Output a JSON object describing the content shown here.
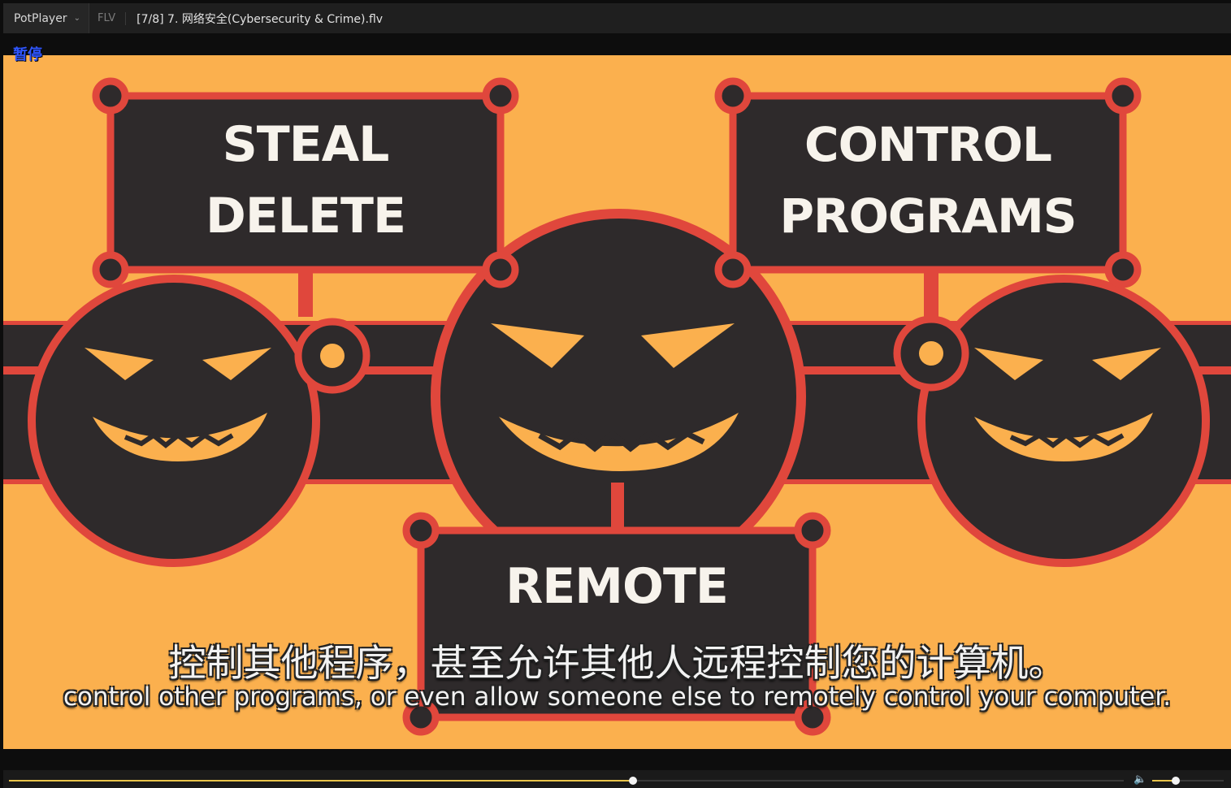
{
  "titlebar": {
    "app_name": "PotPlayer",
    "format": "FLV",
    "file_title": "[7/8] 7. 网络安全(Cybersecurity & Crime).flv"
  },
  "osd": {
    "status": "暂停"
  },
  "video": {
    "box_top_left": [
      "STEAL",
      "DELETE"
    ],
    "box_top_right": [
      "CONTROL",
      "PROGRAMS"
    ],
    "box_bottom": [
      "REMOTE"
    ],
    "colors": {
      "background": "#fbb04e",
      "dark": "#2e2a2b",
      "red": "#e0473c",
      "cream": "#f7f3ec"
    }
  },
  "subtitles": {
    "chinese": "控制其他程序，甚至允许其他人远程控制您的计算机。",
    "english": "control other programs, or even allow someone else to remotely control your computer."
  },
  "controls": {
    "seek_progress": 0.56,
    "volume_level": 0.33,
    "accent_color": "#e8c34a"
  }
}
